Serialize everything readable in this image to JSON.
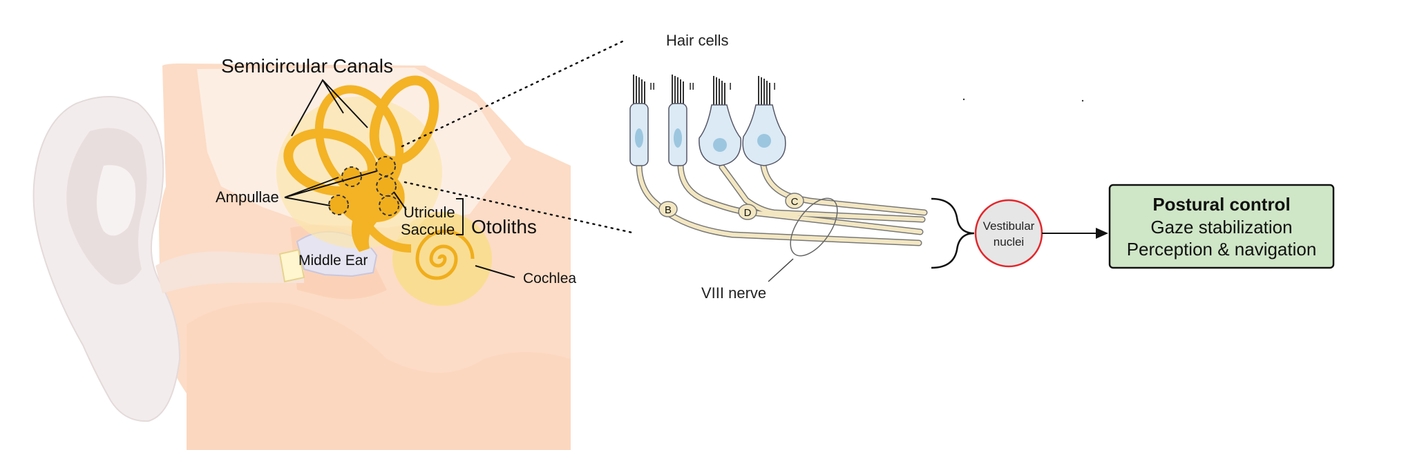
{
  "ear": {
    "semicircular_canals": "Semicircular Canals",
    "ampullae": "Ampullae",
    "utricule": "Utricule",
    "saccule": "Saccule",
    "otoliths": "Otoliths",
    "middle_ear": "Middle Ear",
    "cochlea": "Cochlea"
  },
  "hair_cells": {
    "title": "Hair cells",
    "types": [
      "II",
      "II",
      "I",
      "I"
    ],
    "afferents": [
      "B",
      "D",
      "C"
    ],
    "nerve": "VIII nerve"
  },
  "pathway": {
    "nuclei_line1": "Vestibular",
    "nuclei_line2": "nuclei",
    "outputs": {
      "primary": "Postural control",
      "secondary": "Gaze stabilization",
      "tertiary": "Perception & navigation"
    }
  },
  "colors": {
    "skin": "#fcdcc6",
    "skin_light": "#fdeee4",
    "labyrinth": "#f3b325",
    "labyrinth_light": "#f9da8c",
    "cell_fill": "#dbeaf5",
    "nucleus": "#9cc6df",
    "nerve_fill": "#f3e7c2",
    "nuclei_border": "#e3262b",
    "nuclei_fill": "#e6e6e6",
    "box_fill": "#cfe6c7"
  }
}
